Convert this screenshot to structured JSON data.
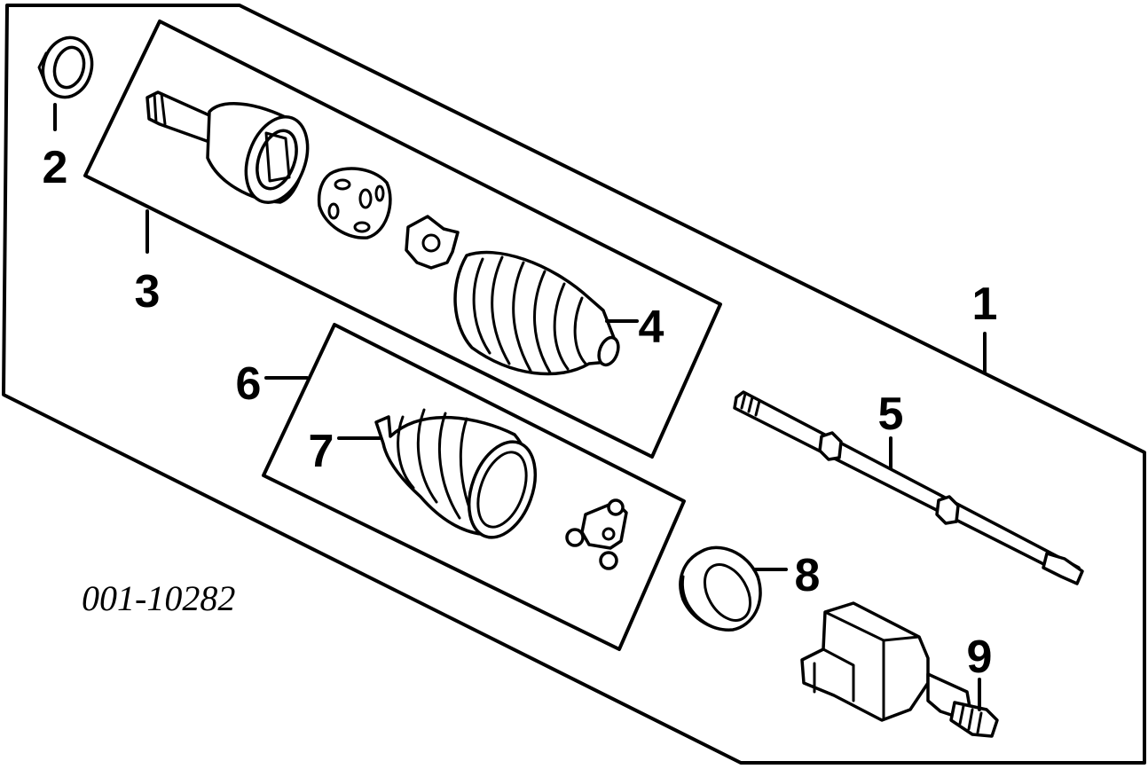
{
  "diagram": {
    "reference_code": "001-10282",
    "callouts": {
      "c1": "1",
      "c2": "2",
      "c3": "3",
      "c4": "4",
      "c5": "5",
      "c6": "6",
      "c7": "7",
      "c8": "8",
      "c9": "9"
    }
  }
}
